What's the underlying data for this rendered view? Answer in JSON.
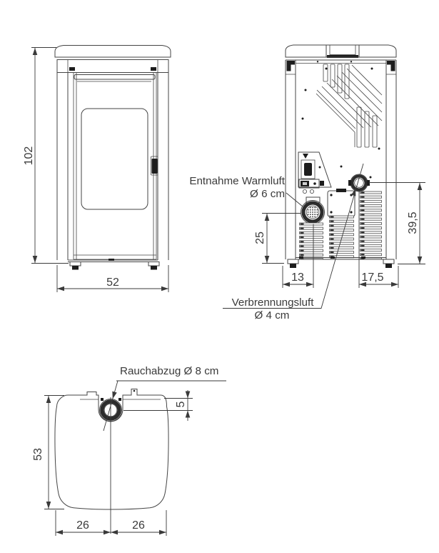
{
  "diagram": {
    "kind": "pellet-stove dimensional drawing",
    "units": "cm",
    "front_view": {
      "height_label": "102",
      "width_label": "52"
    },
    "rear_view": {
      "warm_air_name": "Entnahme Warmluft",
      "warm_air_diameter": "Ø 6 cm",
      "combustion_air_name": "Verbrennungsluft",
      "combustion_air_diameter": "Ø 4 cm",
      "warm_air_center_height": "25",
      "warm_air_center_offset": "13",
      "combustion_air_center_offset": "17,5",
      "combustion_air_center_height": "39,5"
    },
    "top_view": {
      "flue_label": "Rauchabzug Ø 8 cm",
      "depth_label": "53",
      "left_half_width": "26",
      "right_half_width": "26",
      "flue_center_inset": "5"
    },
    "colors": {
      "line": "#454545",
      "dimension": "#3a3a3a",
      "dark_fill": "#1d1d1d",
      "background": "#ffffff"
    }
  }
}
